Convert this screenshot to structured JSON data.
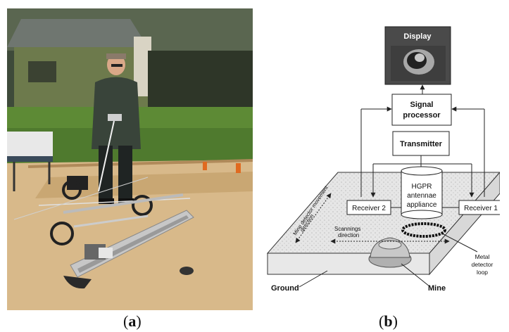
{
  "figure": {
    "panel_a": {
      "caption_prefix": "(",
      "caption_letter": "a",
      "caption_suffix": ")"
    },
    "panel_b": {
      "caption_prefix": "(",
      "caption_letter": "b",
      "caption_suffix": ")",
      "labels": {
        "display": "Display",
        "signal_processor_line1": "Signal",
        "signal_processor_line2": "processor",
        "transmitter": "Transmitter",
        "hgpr_line1": "HGPR",
        "hgpr_line2": "antennae",
        "hgpr_line3": "appliance",
        "receiver2": "Receiver 2",
        "receiver1": "Receiver 1",
        "mine_detector_line1": "Mine detector movement",
        "mine_detector_line2": "direction",
        "scannings_line1": "Scannings",
        "scannings_line2": "direction",
        "metal_line1": "Metal",
        "metal_line2": "detector",
        "metal_line3": "loop",
        "ground": "Ground",
        "mine": "Mine"
      }
    }
  }
}
